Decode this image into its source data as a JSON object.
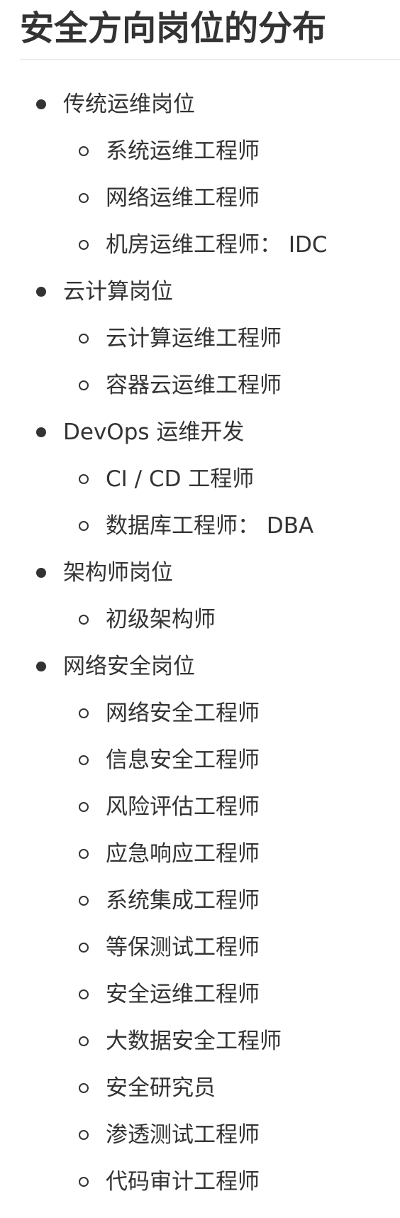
{
  "title": "安全方向岗位的分布",
  "categories": [
    {
      "label": "传统运维岗位",
      "items": [
        "系统运维工程师",
        "网络运维工程师",
        "机房运维工程师： IDC"
      ]
    },
    {
      "label": "云计算岗位",
      "items": [
        "云计算运维工程师",
        "容器云运维工程师"
      ]
    },
    {
      "label": "DevOps 运维开发",
      "items": [
        "CI / CD 工程师",
        "数据库工程师：  DBA"
      ]
    },
    {
      "label": "架构师岗位",
      "items": [
        "初级架构师"
      ]
    },
    {
      "label": "网络安全岗位",
      "items": [
        "网络安全工程师",
        "信息安全工程师",
        "风险评估工程师",
        "应急响应工程师",
        "系统集成工程师",
        "等保测试工程师",
        "安全运维工程师",
        "大数据安全工程师",
        "安全研究员",
        "渗透测试工程师",
        "代码审计工程师"
      ]
    }
  ]
}
